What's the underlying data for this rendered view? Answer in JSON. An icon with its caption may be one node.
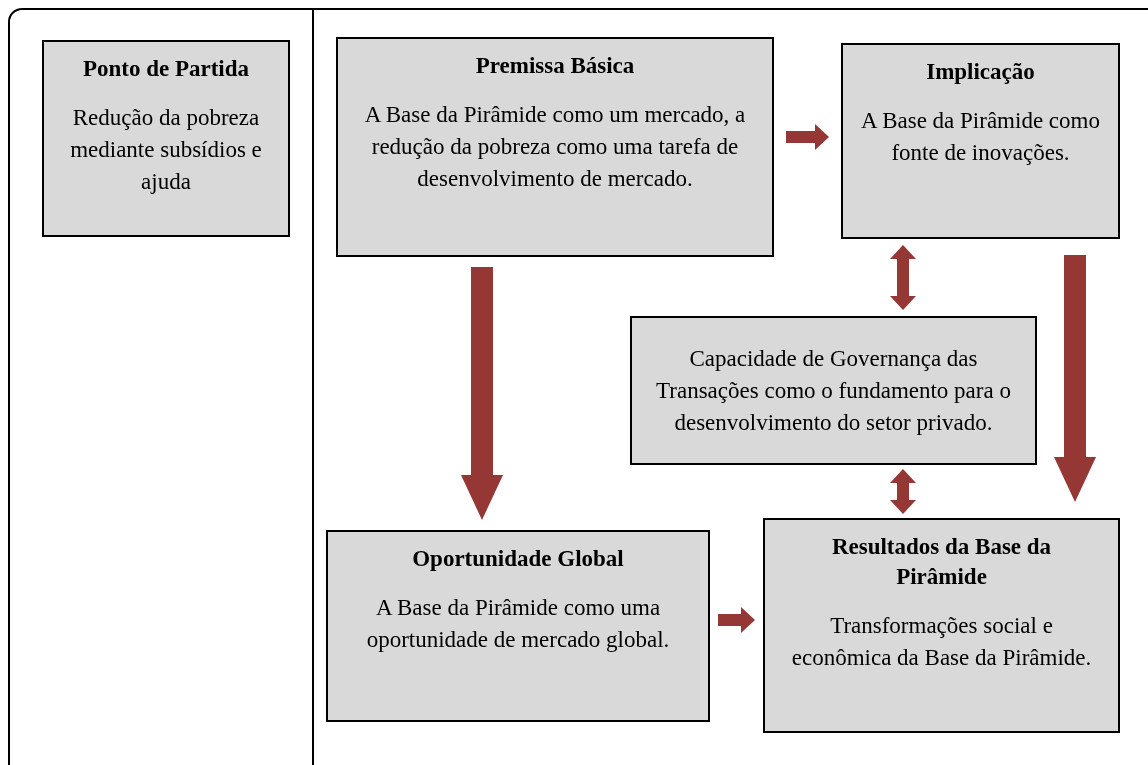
{
  "diagram": {
    "nodes": [
      {
        "text": [
          "Ponto de Partida",
          "Redução da pobreza mediante subsídios e ajuda"
        ]
      },
      {
        "text": [
          "Premissa Básica",
          "A Base da Pirâmide como um mercado, a redução da pobreza como uma tarefa de desenvolvimento de mercado."
        ]
      },
      {
        "text": [
          "Implicação",
          "A Base da Pirâmide como fonte de inovações."
        ]
      },
      {
        "text": [
          "Capacidade de Governança das Transações como o fundamento para o desenvolvimento do setor privado."
        ]
      },
      {
        "text": [
          "Oportunidade Global",
          "A Base da Pirâmide como uma oportunidade de mercado global."
        ]
      },
      {
        "text": [
          "Resultados da Base da Pirâmide",
          "Transformações social e econômica da Base da Pirâmide."
        ]
      }
    ],
    "edges": [
      {
        "from": 1,
        "to": 2,
        "arrow": "to"
      },
      {
        "from": 1,
        "to": 4,
        "arrow": "to",
        "style": "thick"
      },
      {
        "from": 2,
        "to": 3,
        "arrow": "both"
      },
      {
        "from": 2,
        "to": 5,
        "arrow": "to",
        "style": "thick"
      },
      {
        "from": 3,
        "to": 5,
        "arrow": "both"
      },
      {
        "from": 4,
        "to": 5,
        "arrow": "to"
      }
    ]
  }
}
